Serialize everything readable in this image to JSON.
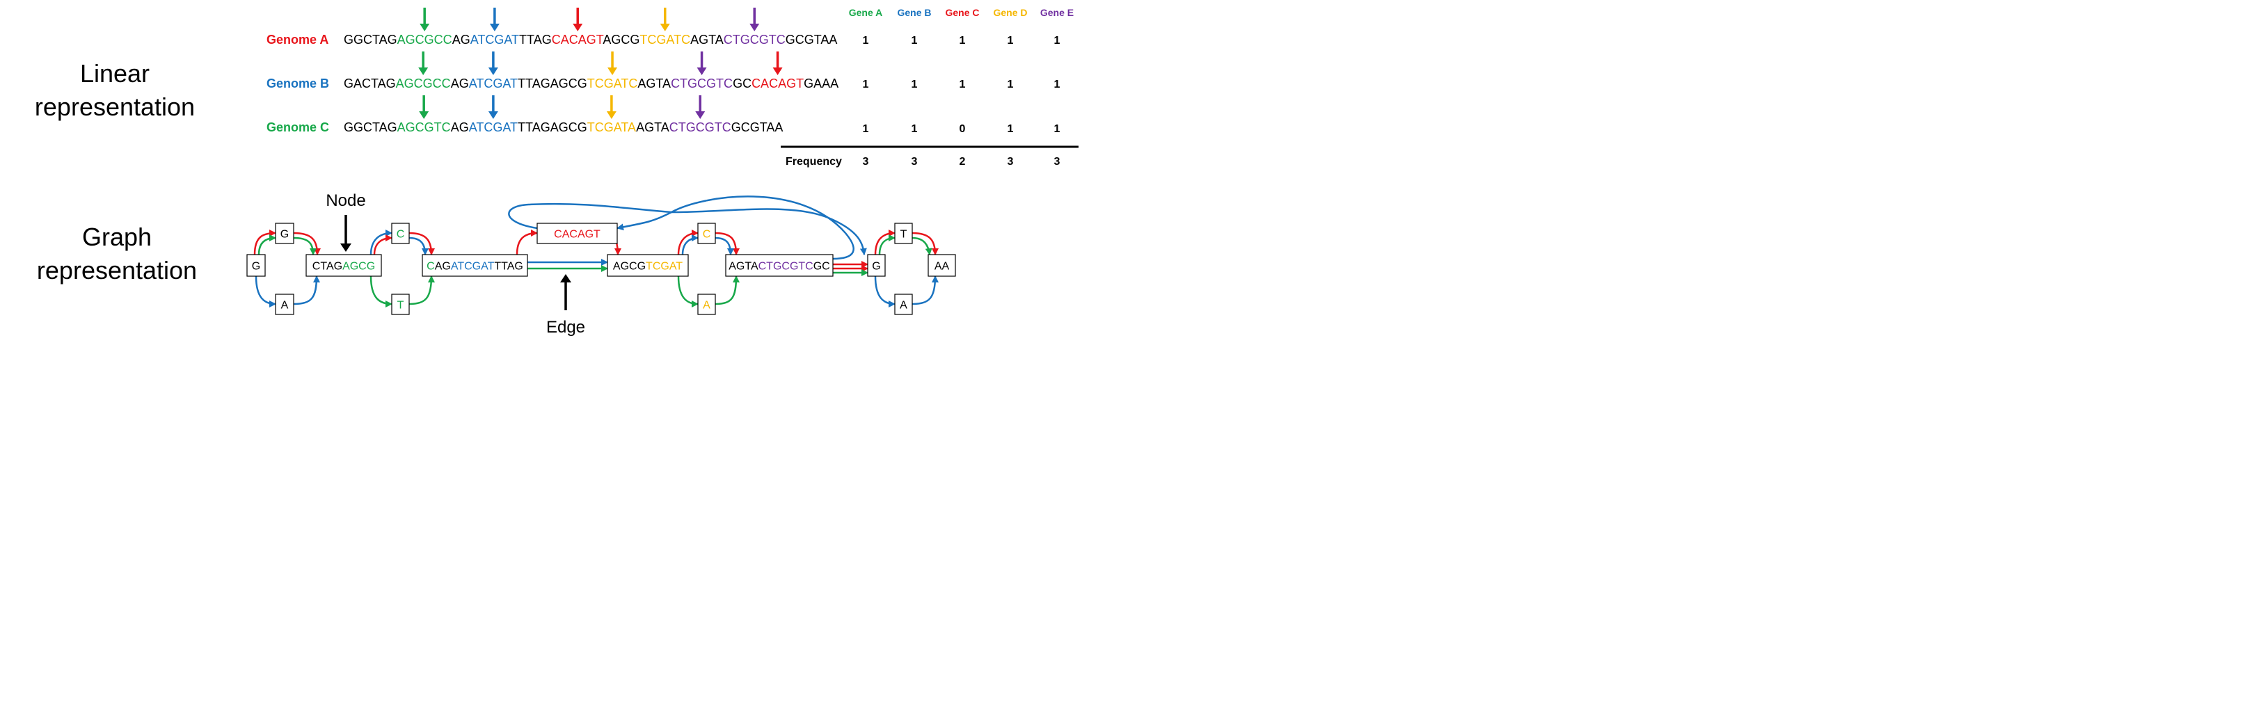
{
  "colors": {
    "green": "#18a84a",
    "blue": "#1a73c0",
    "red": "#e8151b",
    "yellow": "#f5b700",
    "purple": "#7030a0",
    "black": "#000000"
  },
  "section_titles": {
    "linear": [
      "Linear",
      "representation"
    ],
    "graph": [
      "Graph",
      "representation"
    ]
  },
  "genomes": [
    {
      "label": "Genome A",
      "label_color": "red",
      "segments": [
        {
          "t": "GGCTAG",
          "c": "black"
        },
        {
          "t": "AGCGCC",
          "c": "green"
        },
        {
          "t": "AG",
          "c": "black"
        },
        {
          "t": "ATCGAT",
          "c": "blue"
        },
        {
          "t": "TTAG",
          "c": "black"
        },
        {
          "t": "CACAGT",
          "c": "red"
        },
        {
          "t": "AGCG",
          "c": "black"
        },
        {
          "t": "TCGATC",
          "c": "yellow"
        },
        {
          "t": "AGTA",
          "c": "black"
        },
        {
          "t": "CTGCGTC",
          "c": "purple"
        },
        {
          "t": "GCGTAA",
          "c": "black"
        }
      ],
      "arrows": [
        "green",
        "blue",
        "red",
        "yellow",
        "purple"
      ],
      "values": [
        1,
        1,
        1,
        1,
        1
      ]
    },
    {
      "label": "Genome B",
      "label_color": "blue",
      "segments": [
        {
          "t": "GACTAG",
          "c": "black"
        },
        {
          "t": "AGCGCC",
          "c": "green"
        },
        {
          "t": "AG",
          "c": "black"
        },
        {
          "t": "ATCGAT",
          "c": "blue"
        },
        {
          "t": "TTAGAGCG",
          "c": "black"
        },
        {
          "t": "TCGATC",
          "c": "yellow"
        },
        {
          "t": "AGTA",
          "c": "black"
        },
        {
          "t": "CTGCGTC",
          "c": "purple"
        },
        {
          "t": "GC",
          "c": "black"
        },
        {
          "t": "CACAGT",
          "c": "red"
        },
        {
          "t": "GAAA",
          "c": "black"
        }
      ],
      "arrows": [
        "green",
        "blue",
        "yellow",
        "purple",
        "red"
      ],
      "values": [
        1,
        1,
        1,
        1,
        1
      ]
    },
    {
      "label": "Genome C",
      "label_color": "green",
      "segments": [
        {
          "t": "GGCTAG",
          "c": "black"
        },
        {
          "t": "AGCGTC",
          "c": "green"
        },
        {
          "t": "AG",
          "c": "black"
        },
        {
          "t": "ATCGAT",
          "c": "blue"
        },
        {
          "t": "TTAGAGCG",
          "c": "black"
        },
        {
          "t": "TCGATA",
          "c": "yellow"
        },
        {
          "t": "AGTA",
          "c": "black"
        },
        {
          "t": "CTGCGTC",
          "c": "purple"
        },
        {
          "t": "GCGTAA",
          "c": "black"
        }
      ],
      "arrows": [
        "green",
        "blue",
        "yellow",
        "purple"
      ],
      "values": [
        1,
        1,
        0,
        1,
        1
      ]
    }
  ],
  "gene_headers": [
    {
      "label": "Gene A",
      "color": "green"
    },
    {
      "label": "Gene B",
      "color": "blue"
    },
    {
      "label": "Gene C",
      "color": "red"
    },
    {
      "label": "Gene D",
      "color": "yellow"
    },
    {
      "label": "Gene E",
      "color": "purple"
    }
  ],
  "frequency": {
    "label": "Frequency",
    "values": [
      3,
      3,
      2,
      3,
      3
    ]
  },
  "graph": {
    "nodes": [
      {
        "id": "n1",
        "segments": [
          {
            "t": "G",
            "c": "black"
          }
        ]
      },
      {
        "id": "n2",
        "segments": [
          {
            "t": "G",
            "c": "black"
          }
        ]
      },
      {
        "id": "n3",
        "segments": [
          {
            "t": "A",
            "c": "black"
          }
        ]
      },
      {
        "id": "n4",
        "segments": [
          {
            "t": "CTAG",
            "c": "black"
          },
          {
            "t": "AGCG",
            "c": "green"
          }
        ]
      },
      {
        "id": "n5",
        "segments": [
          {
            "t": "C",
            "c": "green"
          }
        ]
      },
      {
        "id": "n6",
        "segments": [
          {
            "t": "T",
            "c": "green"
          }
        ]
      },
      {
        "id": "n7",
        "segments": [
          {
            "t": "C",
            "c": "green"
          },
          {
            "t": "AG",
            "c": "black"
          },
          {
            "t": "ATCGAT",
            "c": "blue"
          },
          {
            "t": "TTAG",
            "c": "black"
          }
        ]
      },
      {
        "id": "n8",
        "segments": [
          {
            "t": "CACAGT",
            "c": "red"
          }
        ]
      },
      {
        "id": "n9",
        "segments": [
          {
            "t": "AGCG",
            "c": "black"
          },
          {
            "t": "TCGAT",
            "c": "yellow"
          }
        ]
      },
      {
        "id": "n10",
        "segments": [
          {
            "t": "C",
            "c": "yellow"
          }
        ]
      },
      {
        "id": "n11",
        "segments": [
          {
            "t": "A",
            "c": "yellow"
          }
        ]
      },
      {
        "id": "n12",
        "segments": [
          {
            "t": "AGTA",
            "c": "black"
          },
          {
            "t": "CTGCGTC",
            "c": "purple"
          },
          {
            "t": "GC",
            "c": "black"
          }
        ]
      },
      {
        "id": "n13",
        "segments": [
          {
            "t": "G",
            "c": "black"
          }
        ]
      },
      {
        "id": "n14",
        "segments": [
          {
            "t": "T",
            "c": "black"
          }
        ]
      },
      {
        "id": "n15",
        "segments": [
          {
            "t": "A",
            "c": "black"
          }
        ]
      },
      {
        "id": "n16",
        "segments": [
          {
            "t": "AA",
            "c": "black"
          }
        ]
      }
    ],
    "annotations": {
      "node": "Node",
      "edge": "Edge"
    }
  }
}
